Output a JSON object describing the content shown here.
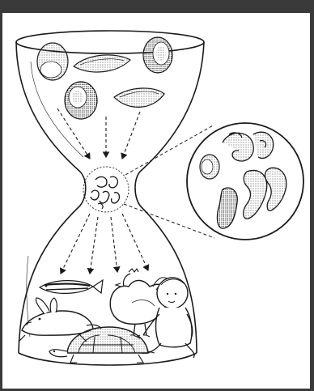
{
  "figure": {
    "type": "developmental-hourglass-illustration",
    "colors": {
      "frame": "#3a3a3a",
      "background": "#ffffff",
      "ink": "#1a1a1a",
      "stipple": "#777777"
    },
    "regions": {
      "top_bulb": [
        "early-embryo-1",
        "early-embryo-2",
        "early-embryo-3",
        "early-embryo-4",
        "early-embryo-5"
      ],
      "neck": [
        "phylotypic-embryos-cluster"
      ],
      "magnifier": [
        "embryo-large-1",
        "embryo-large-2",
        "embryo-large-3",
        "embryo-large-4",
        "embryo-large-5",
        "embryo-large-6"
      ],
      "bottom_bulb": [
        "fish",
        "chicken",
        "rabbit",
        "human-baby",
        "turtle"
      ]
    }
  }
}
